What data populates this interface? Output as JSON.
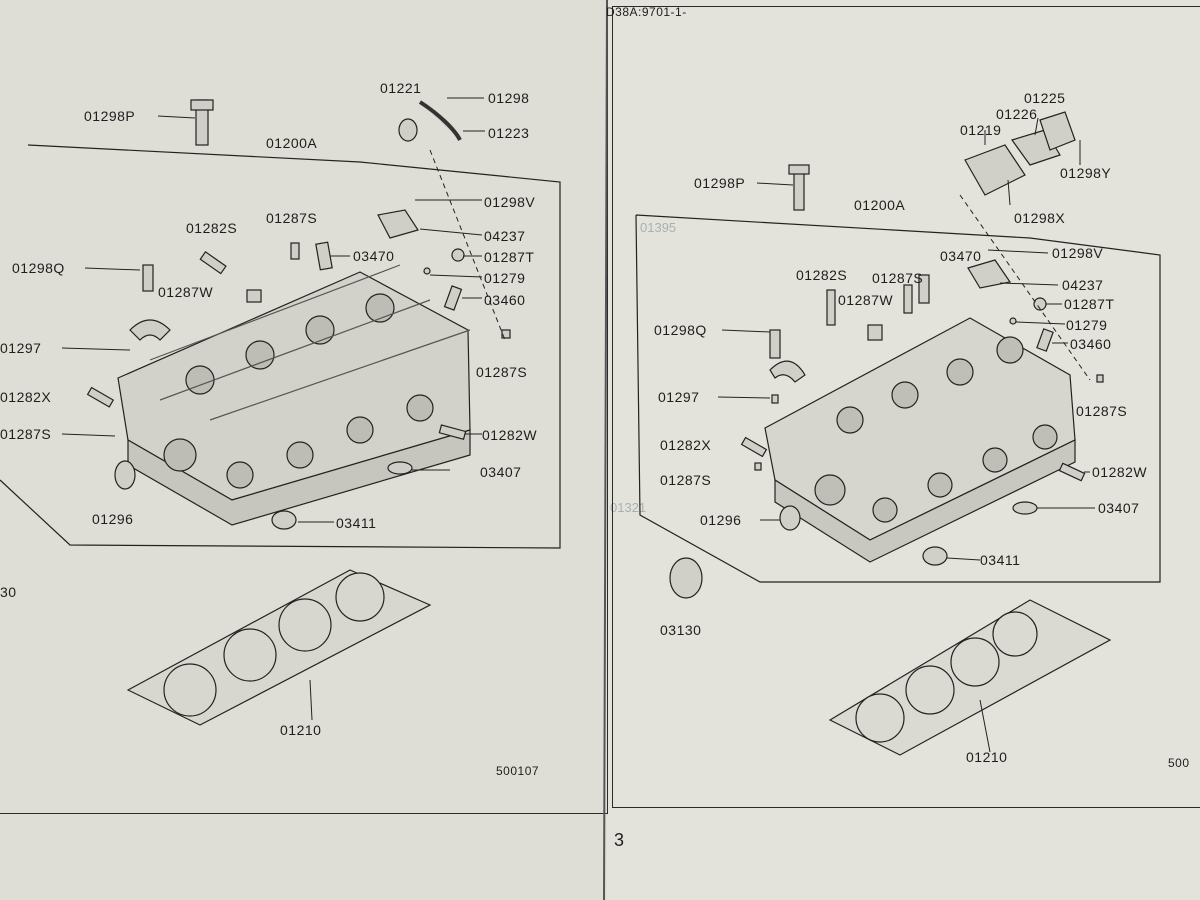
{
  "header": {
    "code": "D38A:9701-1-"
  },
  "page_number": "3",
  "left_diagram": {
    "id": "500107",
    "labels": {
      "p01298P": "01298P",
      "p01200A": "01200A",
      "p01221": "01221",
      "p01298": "01298",
      "p01223": "01223",
      "p01298V": "01298V",
      "p04237": "04237",
      "p01287T": "01287T",
      "p01279": "01279",
      "p03460": "03460",
      "p01287S_a": "01287S",
      "p01282S": "01282S",
      "p03470": "03470",
      "p01298Q": "01298Q",
      "p01287W": "01287W",
      "p01297": "01297",
      "p01287S_b": "01287S",
      "p01282X": "01282X",
      "p01287S_c": "01287S",
      "p01282W": "01282W",
      "p03407": "03407",
      "p01296": "01296",
      "p03411": "03411",
      "p01210": "01210",
      "edge30": "30"
    }
  },
  "right_diagram": {
    "id": "500",
    "labels": {
      "p01225": "01225",
      "p01226": "01226",
      "p01219": "01219",
      "p01298Y": "01298Y",
      "p01298X": "01298X",
      "p01298P": "01298P",
      "p01200A": "01200A",
      "p03470": "03470",
      "p01298V": "01298V",
      "p01282S": "01282S",
      "p01287S_a": "01287S",
      "p04237": "04237",
      "p01287W": "01287W",
      "p01287T": "01287T",
      "p01279": "01279",
      "p01298Q": "01298Q",
      "p03460": "03460",
      "p01297": "01297",
      "p01287S_b": "01287S",
      "p01282X": "01282X",
      "p01287S_c": "01287S",
      "p01282W": "01282W",
      "p01296": "01296",
      "p03407": "03407",
      "p03411": "03411",
      "p03130": "03130",
      "p01210": "01210"
    }
  }
}
